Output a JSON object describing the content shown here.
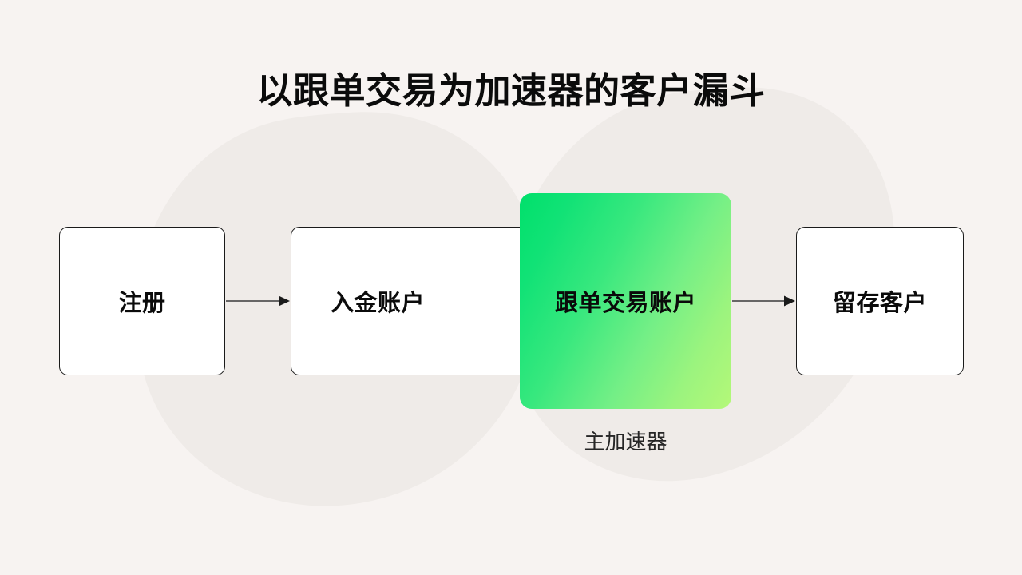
{
  "slide": {
    "title": "以跟单交易为加速器的客户漏斗",
    "background_color": "#F7F3F1",
    "title_color": "#0B0B0B"
  },
  "funnel": {
    "stages": [
      {
        "label": "注册",
        "style": "plain",
        "highlight": false
      },
      {
        "label": "入金账户",
        "style": "plain",
        "highlight": false
      },
      {
        "label": "跟单交易账户",
        "style": "gradient",
        "highlight": true
      },
      {
        "label": "留存客户",
        "style": "plain",
        "highlight": false
      }
    ],
    "connectors": [
      {
        "from": "注册",
        "to": "入金账户",
        "icon": "arrow-right-icon"
      },
      {
        "from": "跟单交易账户",
        "to": "留存客户",
        "icon": "arrow-right-icon"
      }
    ],
    "accelerator_caption": "主加速器",
    "accelerator_gradient_from": "#00E06B",
    "accelerator_gradient_to": "#B4F878",
    "box_border_color": "#1A1A1A",
    "box_fill_color": "#FFFFFF",
    "arrow_color": "#3A3A3A",
    "caption_color": "#262626"
  }
}
